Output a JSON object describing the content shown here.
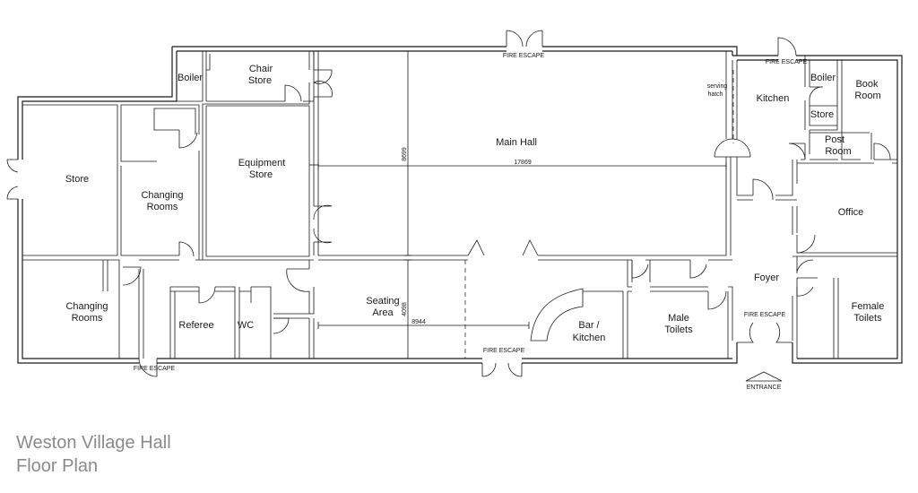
{
  "title_line1": "Weston Village Hall",
  "title_line2": "Floor Plan",
  "rooms": {
    "boiler_left": "Boiler",
    "chair_store_1": "Chair",
    "chair_store_2": "Store",
    "equipment_1": "Equipment",
    "equipment_2": "Store",
    "store": "Store",
    "changing_top_1": "Changing",
    "changing_top_2": "Rooms",
    "changing_bottom_1": "Changing",
    "changing_bottom_2": "Rooms",
    "referee": "Referee",
    "wc": "WC",
    "main_hall": "Main Hall",
    "seating_1": "Seating",
    "seating_2": "Area",
    "bar_1": "Bar /",
    "bar_2": "Kitchen",
    "male_1": "Male",
    "male_2": "Toilets",
    "kitchen": "Kitchen",
    "serving_1": "serving",
    "serving_2": "hatch",
    "boiler_right": "Boiler",
    "store_right": "Store",
    "book_1": "Book",
    "book_2": "Room",
    "post_1": "Post",
    "post_2": "Room",
    "office": "Office",
    "foyer": "Foyer",
    "female_1": "Female",
    "female_2": "Toilets"
  },
  "labels": {
    "fire_escape_top": "FIRE ESCAPE",
    "fire_escape_kitchen": "FIRE ESCAPE",
    "fire_escape_left": "FIRE ESCAPE",
    "fire_escape_bottom": "FIRE ESCAPE",
    "fire_escape_foyer": "FIRE ESCAPE",
    "entrance": "ENTRANCE"
  },
  "dimensions": {
    "hall_length": "17869",
    "hall_width": "8699",
    "seating_length": "8944",
    "seating_width": "4098"
  }
}
